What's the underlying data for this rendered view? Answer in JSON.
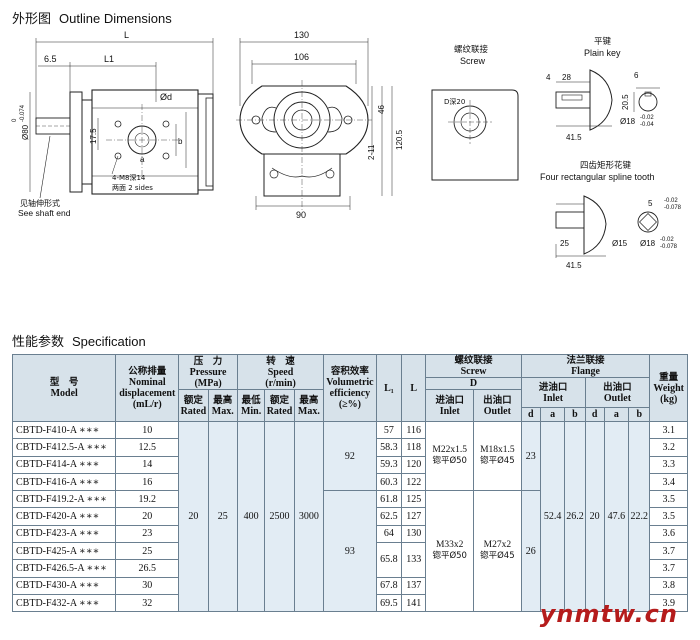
{
  "outline": {
    "title_cn": "外形图",
    "title_en": "Outline Dimensions",
    "front_view": {
      "dim_L": "L",
      "dim_65": "6.5",
      "dim_L1": "L1",
      "dim_phi80": "Ø80",
      "dim_phi80_tol_top": "0",
      "dim_phi80_tol_bot": "-0.074",
      "dim_175": "17.5",
      "dim_phid": "Ød",
      "dim_a": "a",
      "dim_b": "b",
      "note_bolts": "4-M8深14",
      "note_sides": "两面 2 sides",
      "shaft_note_cn": "见轴伸形式",
      "shaft_note_en": "See shaft end"
    },
    "side_view": {
      "dim_130": "130",
      "dim_106": "106",
      "dim_46": "46",
      "dim_2_11": "2-11",
      "dim_1205": "120.5",
      "dim_90": "90"
    },
    "screw": {
      "title_cn": "螺纹联接",
      "title_en": "Screw",
      "label": "D深20"
    },
    "plain_key": {
      "title_cn": "平键",
      "title_en": "Plain key",
      "dim_4": "4",
      "dim_28": "28",
      "dim_6": "6",
      "dim_205": "20.5",
      "dim_415": "41.5",
      "dim_phi18": "Ø18",
      "tol_top": "-0.02",
      "tol_bot": "-0.04"
    },
    "spline": {
      "title_cn": "四齿矩形花键",
      "title_en": "Four rectangular spline tooth",
      "dim_5": "5",
      "dim_5_tol_top": "-0.02",
      "dim_5_tol_bot": "-0.078",
      "dim_25": "25",
      "dim_phi15": "Ø15",
      "dim_phi18": "Ø18",
      "tol_top": "-0.02",
      "tol_bot": "-0.078",
      "dim_415": "41.5"
    }
  },
  "spec": {
    "title_cn": "性能参数",
    "title_en": "Specification",
    "headers": {
      "model_cn": "型　号",
      "model_en": "Model",
      "disp_cn": "公称排量",
      "disp_en1": "Nominal",
      "disp_en2": "displacement",
      "disp_unit": "(mL/r)",
      "pressure_cn": "压　力",
      "pressure_en": "Pressure",
      "pressure_unit": "(MPa)",
      "speed_cn": "转　速",
      "speed_en": "Speed",
      "speed_unit": "(r/min)",
      "eff_cn": "容积效率",
      "eff_en1": "Volumetric",
      "eff_en2": "efficiency",
      "eff_unit": "(≥%)",
      "l1": "L₁",
      "l": "L",
      "screw_cn": "螺纹联接",
      "screw_en": "Screw",
      "d": "D",
      "inlet_cn": "进油口",
      "inlet_en": "Inlet",
      "outlet_cn": "出油口",
      "outlet_en": "Outlet",
      "flange_cn": "法兰联接",
      "flange_en": "Flange",
      "weight_cn": "重量",
      "weight_en": "Weight",
      "weight_unit": "(kg)",
      "rated_cn": "额定",
      "rated_en": "Rated",
      "max_cn": "最高",
      "max_en": "Max.",
      "min_cn": "最低",
      "min_en": "Min.",
      "col_d": "d",
      "col_a": "a",
      "col_b": "b"
    },
    "rows": [
      {
        "model": "CBTD-F410-A ∗∗∗",
        "disp": "10",
        "l1": "57",
        "l": "116",
        "weight": "3.1"
      },
      {
        "model": "CBTD-F412.5-A ∗∗∗",
        "disp": "12.5",
        "l1": "58.3",
        "l": "118",
        "weight": "3.2"
      },
      {
        "model": "CBTD-F414-A ∗∗∗",
        "disp": "14",
        "l1": "59.3",
        "l": "120",
        "weight": "3.3"
      },
      {
        "model": "CBTD-F416-A ∗∗∗",
        "disp": "16",
        "l1": "60.3",
        "l": "122",
        "weight": "3.4"
      },
      {
        "model": "CBTD-F419.2-A ∗∗∗",
        "disp": "19.2",
        "l1": "61.8",
        "l": "125",
        "weight": "3.5"
      },
      {
        "model": "CBTD-F420-A ∗∗∗",
        "disp": "20",
        "l1": "62.5",
        "l": "127",
        "weight": "3.5"
      },
      {
        "model": "CBTD-F423-A ∗∗∗",
        "disp": "23",
        "l1": "64",
        "l": "130",
        "weight": "3.6"
      },
      {
        "model": "CBTD-F425-A ∗∗∗",
        "disp": "25",
        "l1": "65.8",
        "l": "133",
        "weight": "3.7"
      },
      {
        "model": "CBTD-F426.5-A ∗∗∗",
        "disp": "26.5",
        "l1": "",
        "l": "",
        "weight": "3.7"
      },
      {
        "model": "CBTD-F430-A ∗∗∗",
        "disp": "30",
        "l1": "67.8",
        "l": "137",
        "weight": "3.8"
      },
      {
        "model": "CBTD-F432-A ∗∗∗",
        "disp": "32",
        "l1": "69.5",
        "l": "141",
        "weight": "3.9"
      }
    ],
    "merged": {
      "pressure_rated": "20",
      "pressure_max": "25",
      "speed_min": "400",
      "speed_rated": "2500",
      "speed_max": "3000",
      "eff_top": "92",
      "eff_bottom": "93",
      "screw_inlet_top": "M22x1.5",
      "screw_inlet_top_sub": "锪平Ø50",
      "screw_outlet_top": "M18x1.5",
      "screw_outlet_top_sub": "锪平Ø45",
      "screw_inlet_bot": "M33x2",
      "screw_inlet_bot_sub": "锪平Ø50",
      "screw_outlet_bot": "M27x2",
      "screw_outlet_bot_sub": "锪平Ø45",
      "inlet_d_top": "23",
      "inlet_d_bot": "26",
      "inlet_a": "52.4",
      "inlet_b": "26.2",
      "outlet_d": "20",
      "outlet_a": "47.6",
      "outlet_b": "22.2"
    }
  },
  "watermark": "ynmtw.cn"
}
